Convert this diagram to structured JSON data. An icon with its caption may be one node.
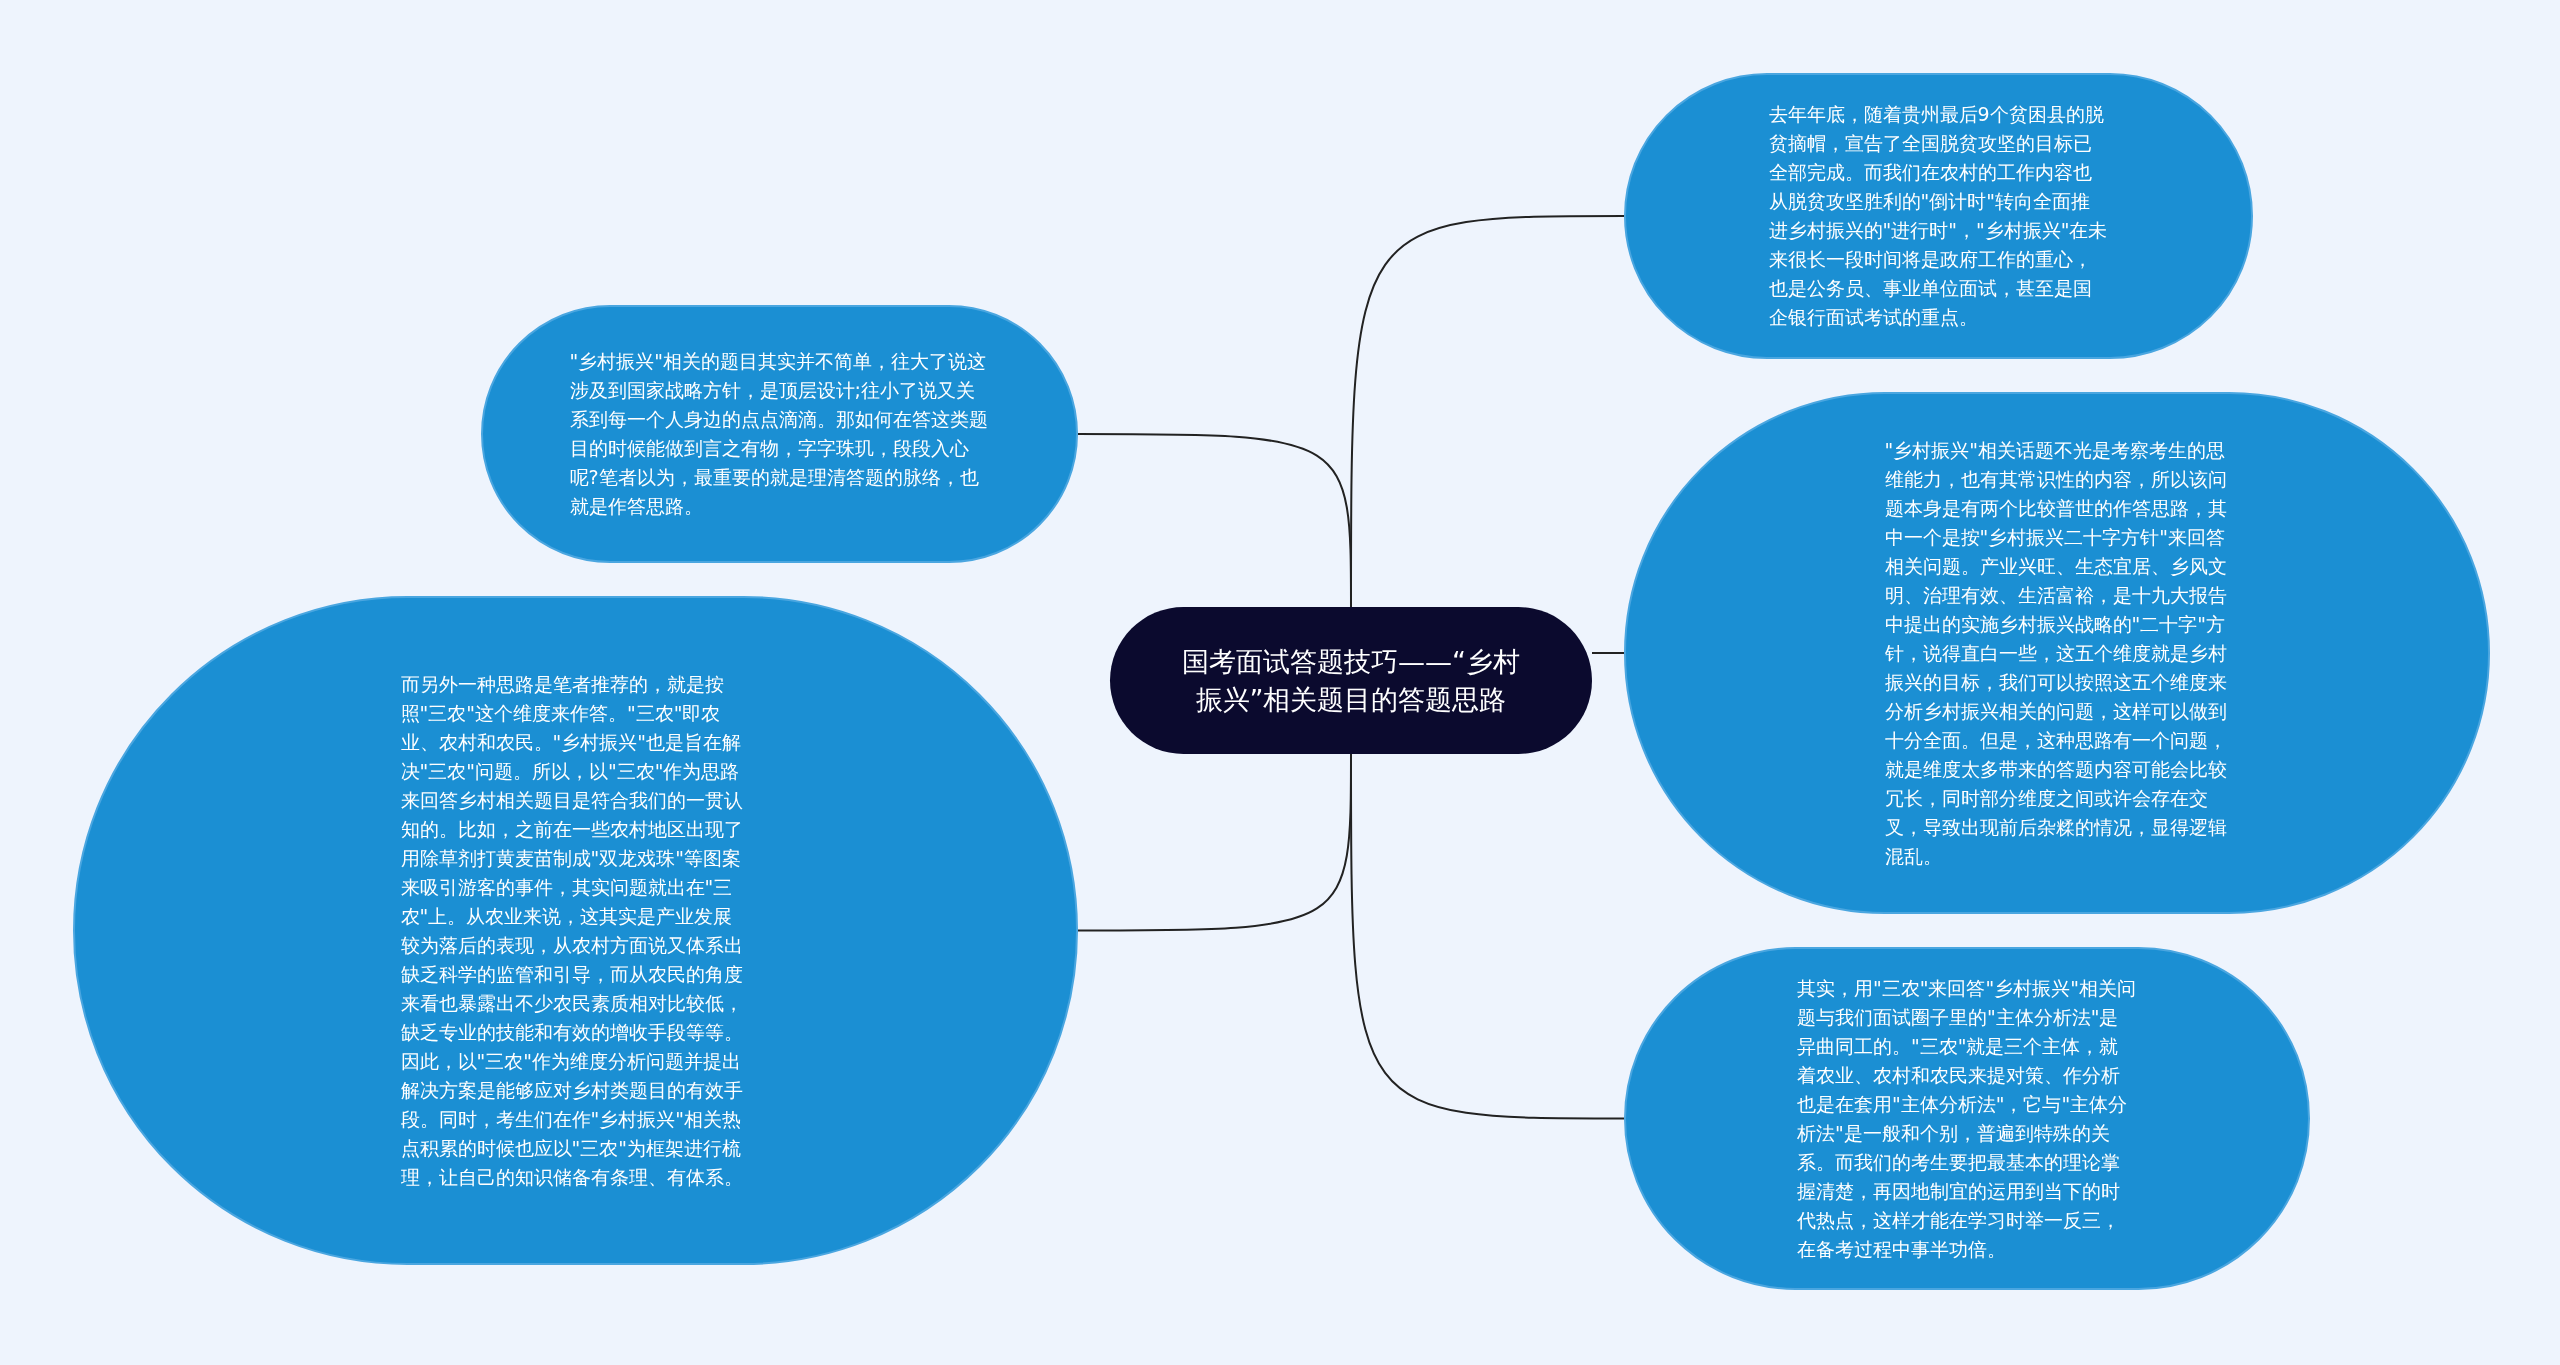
{
  "diagram": {
    "nodes": [
      {
        "text": [
          "国考面试答题技巧——“乡村振兴”相关题目的答题思路"
        ]
      },
      {
        "text": [
          "\"乡村振兴\"相关的题目其实并不简单，往大了说这涉及到国家战略方针，是顶层设计;往小了说又关系到每一个人身边的点点滴滴。那如何在答这类题目的时候能做到言之有物，字字珠玑，段段入心呢?笔者以为，最重要的就是理清答题的脉络，也就是作答思路。"
        ]
      },
      {
        "text": [
          "而另外一种思路是笔者推荐的，就是按照\"三农\"这个维度来作答。\"三农\"即农业、农村和农民。\"乡村振兴\"也是旨在解决\"三农\"问题。所以，以\"三农\"作为思路来回答乡村相关题目是符合我们的一贯认知的。比如，之前在一些农村地区出现了用除草剂打黄麦苗制成\"双龙戏珠\"等图案来吸引游客的事件，其实问题就出在\"三农\"上。从农业来说，这其实是产业发展较为落后的表现，从农村方面说又体系出缺乏科学的监管和引导，而从农民的角度来看也暴露出不少农民素质相对比较低，缺乏专业的技能和有效的增收手段等等。因此，以\"三农\"作为维度分析问题并提出解决方案是能够应对乡村类题目的有效手段。同时，考生们在作\"乡村振兴\"相关热点积累的时候也应以\"三农\"为框架进行梳理，让自己的知识储备有条理、有体系。"
        ]
      },
      {
        "text": [
          "去年年底，随着贵州最后9个贫困县的脱贫摘帽，宣告了全国脱贫攻坚的目标已全部完成。而我们在农村的工作内容也从脱贫攻坚胜利的\"倒计时\"转向全面推进乡村振兴的\"进行时\"，\"乡村振兴\"在未来很长一段时间将是政府工作的重心，也是公务员、事业单位面试，甚至是国企银行面试考试的重点。"
        ]
      },
      {
        "text": [
          "\"乡村振兴\"相关话题不光是考察考生的思维能力，也有其常识性的内容，所以该问题本身是有两个比较普世的作答思路，其中一个是按\"乡村振兴二十字方针\"来回答相关问题。产业兴旺、生态宜居、乡风文明、治理有效、生活富裕，是十九大报告中提出的实施乡村振兴战略的\"二十字\"方针，说得直白一些，这五个维度就是乡村振兴的目标，我们可以按照这五个维度来分析乡村振兴相关的问题，这样可以做到十分全面。但是，这种思路有一个问题，就是维度太多带来的答题内容可能会比较冗长，同时部分维度之间或许会存在交叉，导致出现前后杂糅的情况，显得逻辑混乱。"
        ]
      },
      {
        "text": [
          "其实，用\"三农\"来回答\"乡村振兴\"相关问题与我们面试圈子里的\"主体分析法\"是异曲同工的。\"三农\"就是三个主体，就着农业、农村和农民来提对策、作分析也是在套用\"主体分析法\"，它与\"主体分析法\"是一般和个别，普遍到特殊的关系。而我们的考生要把最基本的理论掌握清楚，再因地制宜的运用到当下的时代热点，这样才能在学习时举一反三，在备考过程中事半功倍。"
        ]
      }
    ],
    "edges": [
      {
        "from": 0,
        "to": 1,
        "arrow": "none"
      },
      {
        "from": 0,
        "to": 2,
        "arrow": "none"
      },
      {
        "from": 0,
        "to": 3,
        "arrow": "none"
      },
      {
        "from": 0,
        "to": 4,
        "arrow": "none"
      },
      {
        "from": 0,
        "to": 5,
        "arrow": "none"
      }
    ]
  }
}
